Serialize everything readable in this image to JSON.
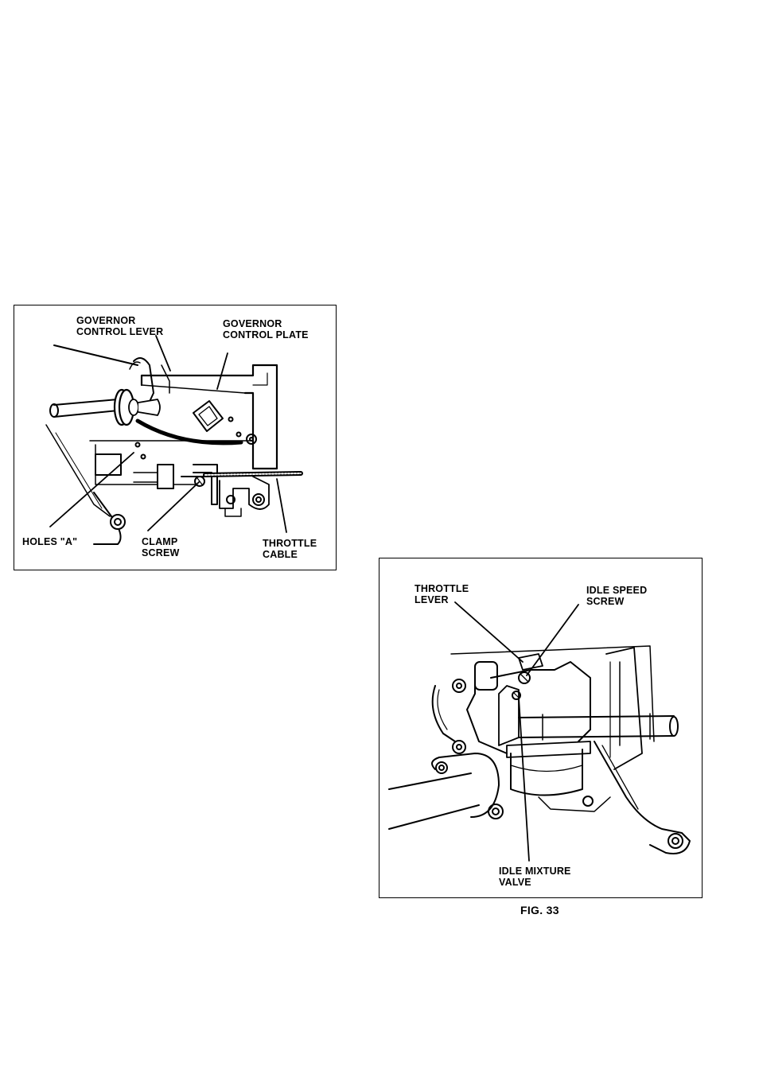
{
  "figure_left": {
    "labels": {
      "governor_control_lever": "GOVERNOR\nCONTROL LEVER",
      "governor_control_plate": "GOVERNOR\nCONTROL PLATE",
      "holes_a": "HOLES \"A\"",
      "clamp_screw": "CLAMP\nSCREW",
      "throttle_cable": "THROTTLE\nCABLE"
    }
  },
  "figure_right": {
    "labels": {
      "throttle_lever": "THROTTLE\nLEVER",
      "idle_speed_screw": "IDLE SPEED\nSCREW",
      "idle_mixture_valve": "IDLE MIXTURE\nVALVE"
    },
    "caption": "FIG. 33"
  }
}
